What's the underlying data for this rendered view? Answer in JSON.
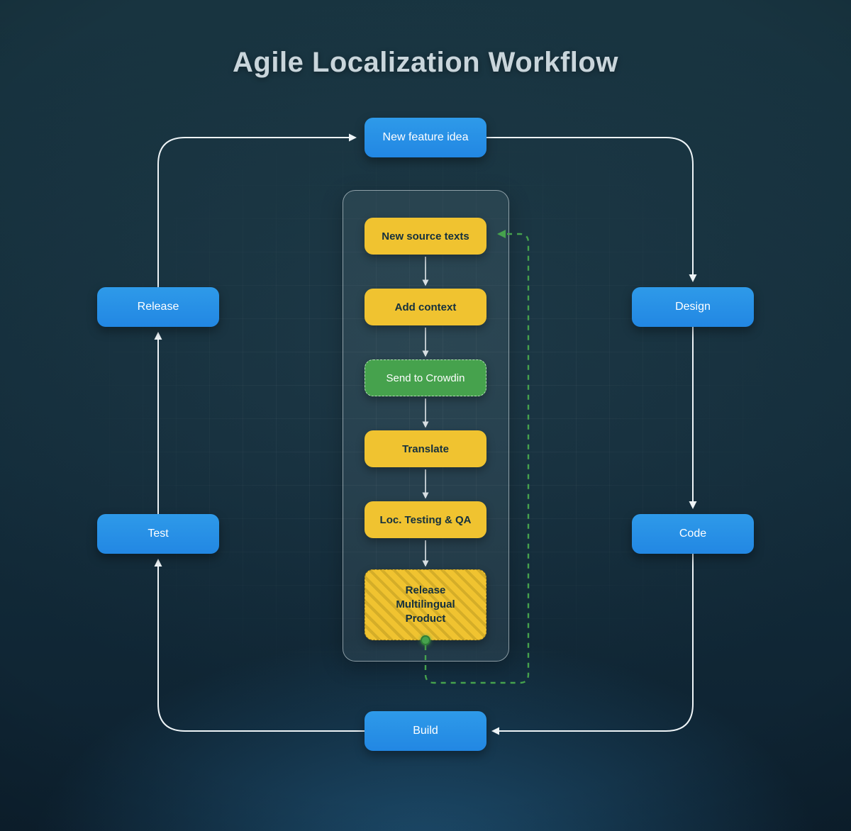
{
  "title": "Agile Localization Workflow",
  "colors": {
    "accent_blue": "#2287e3",
    "accent_blue_light": "#2e9ae9",
    "accent_yellow": "#f0c330",
    "accent_green": "#46a24d",
    "background": "#10293a",
    "arrow": "#eef4f7"
  },
  "cycle": {
    "nodes": [
      {
        "id": "new-feature-idea",
        "label": "New feature idea"
      },
      {
        "id": "design",
        "label": "Design"
      },
      {
        "id": "code",
        "label": "Code"
      },
      {
        "id": "build",
        "label": "Build"
      },
      {
        "id": "test",
        "label": "Test"
      },
      {
        "id": "release",
        "label": "Release"
      }
    ],
    "flow": [
      "New feature idea",
      "Design",
      "Code",
      "Build",
      "Test",
      "Release"
    ]
  },
  "pipeline": {
    "steps": [
      {
        "id": "new-source-texts",
        "label": "New source texts",
        "type": "yellow"
      },
      {
        "id": "add-context",
        "label": "Add context",
        "type": "yellow"
      },
      {
        "id": "send-to-crowdin",
        "label": "Send to Crowdin",
        "type": "green"
      },
      {
        "id": "translate",
        "label": "Translate",
        "type": "yellow"
      },
      {
        "id": "loc-testing-qa",
        "label": "Loc. Testing & QA",
        "type": "yellow"
      },
      {
        "id": "release-multilingual-product",
        "label": "Release Multilingual Product",
        "type": "yellow-hatched"
      }
    ],
    "feedback_loop": "Release Multilingual Product back to New source texts"
  }
}
